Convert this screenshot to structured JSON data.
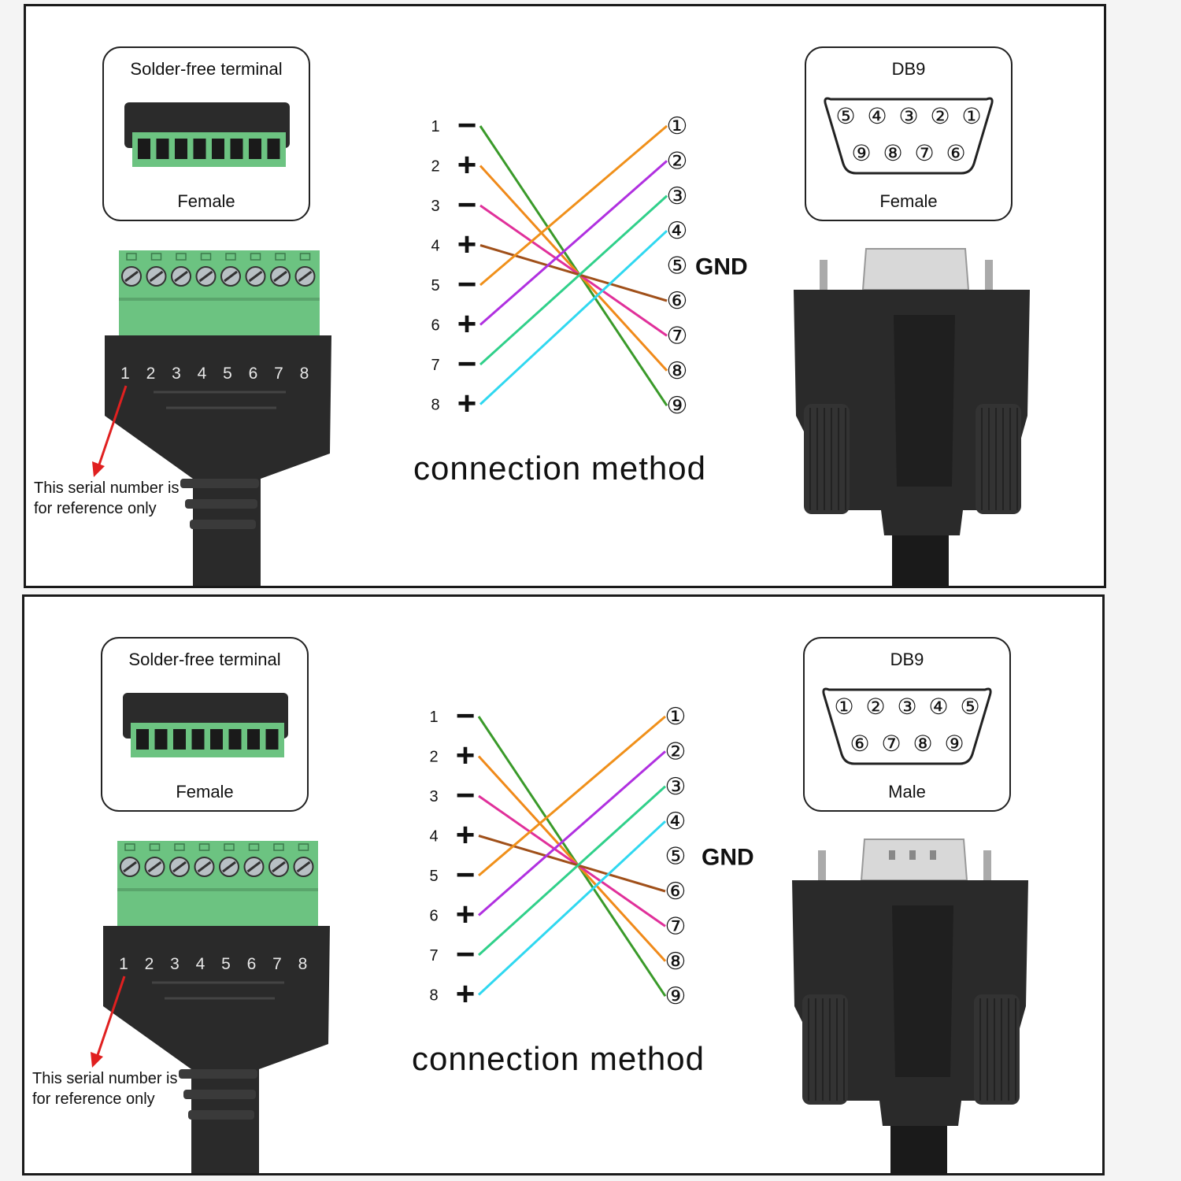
{
  "panels": [
    {
      "terminal_box": {
        "title": "Solder-free terminal",
        "caption": "Female"
      },
      "db9_box": {
        "title": "DB9",
        "caption": "Female",
        "row_top": [
          "⑤",
          "④",
          "③",
          "②",
          "①"
        ],
        "row_bottom": [
          "⑨",
          "⑧",
          "⑦",
          "⑥"
        ]
      },
      "terminal_numbers": [
        "1",
        "2",
        "3",
        "4",
        "5",
        "6",
        "7",
        "8"
      ],
      "note_line1": "This serial number is",
      "note_line2": "for reference only",
      "connection_title": "connection method"
    },
    {
      "terminal_box": {
        "title": "Solder-free terminal",
        "caption": "Female"
      },
      "db9_box": {
        "title": "DB9",
        "caption": "Male",
        "row_top": [
          "①",
          "②",
          "③",
          "④",
          "⑤"
        ],
        "row_bottom": [
          "⑥",
          "⑦",
          "⑧",
          "⑨"
        ]
      },
      "terminal_numbers": [
        "1",
        "2",
        "3",
        "4",
        "5",
        "6",
        "7",
        "8"
      ],
      "note_line1": "This serial number is",
      "note_line2": "for reference only",
      "connection_title": "connection method"
    }
  ],
  "wiring": {
    "left_pins": [
      {
        "num": "1",
        "sign": "−"
      },
      {
        "num": "2",
        "sign": "+"
      },
      {
        "num": "3",
        "sign": "−"
      },
      {
        "num": "4",
        "sign": "+"
      },
      {
        "num": "5",
        "sign": "−"
      },
      {
        "num": "6",
        "sign": "+"
      },
      {
        "num": "7",
        "sign": "−"
      },
      {
        "num": "8",
        "sign": "+"
      }
    ],
    "right_pins": [
      "①",
      "②",
      "③",
      "④",
      "⑤",
      "⑥",
      "⑦",
      "⑧",
      "⑨"
    ],
    "gnd_label": "GND",
    "connections": [
      {
        "from": "1",
        "to": "9",
        "color": "#3a9a2a"
      },
      {
        "from": "2",
        "to": "8",
        "color": "#f08a1a"
      },
      {
        "from": "3",
        "to": "7",
        "color": "#e0309a"
      },
      {
        "from": "4",
        "to": "6",
        "color": "#a0501a"
      },
      {
        "from": "5",
        "to": "1",
        "color": "#f0901a"
      },
      {
        "from": "6",
        "to": "2",
        "color": "#b030e0"
      },
      {
        "from": "7",
        "to": "3",
        "color": "#30d08a"
      },
      {
        "from": "8",
        "to": "4",
        "color": "#30d8f0"
      }
    ]
  },
  "colors": {
    "terminal_green": "#6cc381",
    "terminal_dark": "#222222",
    "connector_black": "#2a2a2a",
    "arrow_red": "#e02020"
  }
}
